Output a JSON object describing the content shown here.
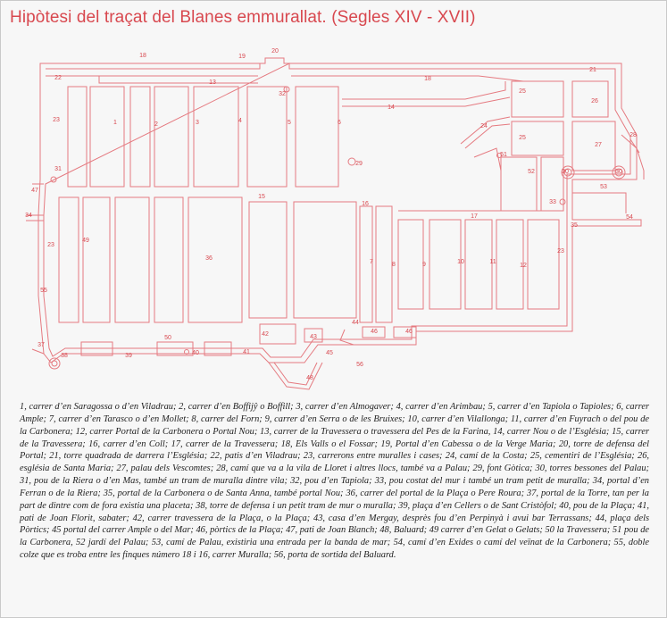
{
  "title": "Hipòtesi del traçat del Blanes emmurallat. (Segles XIV - XVII)",
  "colors": {
    "title": "#d8484f",
    "lines": "#e57a80",
    "labels": "#d8484f",
    "background": "#f7f7f7"
  },
  "map_labels": [
    "1",
    "2",
    "3",
    "4",
    "5",
    "6",
    "7",
    "8",
    "9",
    "10",
    "11",
    "12",
    "13",
    "14",
    "15",
    "16",
    "17",
    "18",
    "18",
    "19",
    "20",
    "21",
    "22",
    "23",
    "23",
    "23",
    "24",
    "25",
    "25",
    "26",
    "27",
    "28",
    "29",
    "30",
    "30",
    "31",
    "32",
    "33",
    "34",
    "35",
    "36",
    "37",
    "38",
    "39",
    "40",
    "41",
    "42",
    "43",
    "44",
    "45",
    "46",
    "46",
    "47",
    "48",
    "49",
    "50",
    "51",
    "52",
    "53",
    "54",
    "55",
    "56"
  ],
  "legend_text": "1, carrer d’en Saragossa o d’en Viladrau; 2, carrer d’en Boffijŷ o Boffill; 3, carrer d’en Almogaver; 4, carrer d’en Arimbau; 5, carrer d’en Tapiola o Tapioles; 6, carrer Ample; 7, carrer d’en Tarasco o d’en Mollet; 8, carrer del Forn; 9, carrer d’en Serra o de les Bruixes; 10, carrer d’en Vilallonga; 11, carrer d’en Fuyrach o del pou de la Carbonera; 12, carrer Portal de la Carbonera o Portal Nou; 13, carrer de la Travessera o travessera del Pes de la Farina, 14, carrer Nou o de l’Església; 15, carrer de la Travessera; 16, carrer d’en Coll; 17, carrer de la Travessera; 18, Els Valls o el Fossar; 19, Portal d’en Cabessa o de la Verge Maria; 20, torre de defensa del Portal; 21, torre quadrada de darrera l’Església; 22, patis d’en Viladrau; 23, carrerons entre muralles i cases; 24, camí de la Costa; 25, cementiri de l’Església; 26, església de Santa Maria; 27, palau dels Vescomtes; 28, camí que va a la vila de Lloret i altres llocs, també va a Palau; 29, font Gòtica; 30, torres bessones del Palau; 31, pou de la Riera o d’en Mas, també un tram de muralla dintre vila; 32, pou d’en Tapiola; 33, pou costat del mur i també un tram petit de muralla; 34, portal d’en Ferran o de la Riera; 35, portal de la Carbonera o de Santa Anna, també portal Nou; 36, carrer del portal de la Plaça o Pere Roura; 37, portal de la Torre, tan per la part de dintre com de fora existia una placeta; 38, torre de defensa i un petit tram de mur o muralla; 39, plaça d’en Cellers o de Sant Cristòfol; 40, pou de la Plaça; 41, pati de Joan Florit, sabater; 42, carrer travessera de la Plaça, o la Plaça; 43, casa d’en Mergay, desprès fou d’en Perpinyà i avui bar Terrassans; 44, plaça dels Pòrtics; 45 portal del carrer Ample o del Mar; 46, pòrtics de la Plaça; 47, pati de Joan Blanch; 48, Baluard; 49 carrer d’en Gelat o Gelats; 50 la Travessera; 51 pou de la Carbonera, 52 jardí del Palau; 53, camí de Palau, existiria una entrada per la banda de mar; 54, camí d’en Exides o camí del veïnat de la Carbonera; 55, doble colze que es troba entre les finques número 18 i 16, carrer Muralla; 56, porta de sortida del Baluard."
}
